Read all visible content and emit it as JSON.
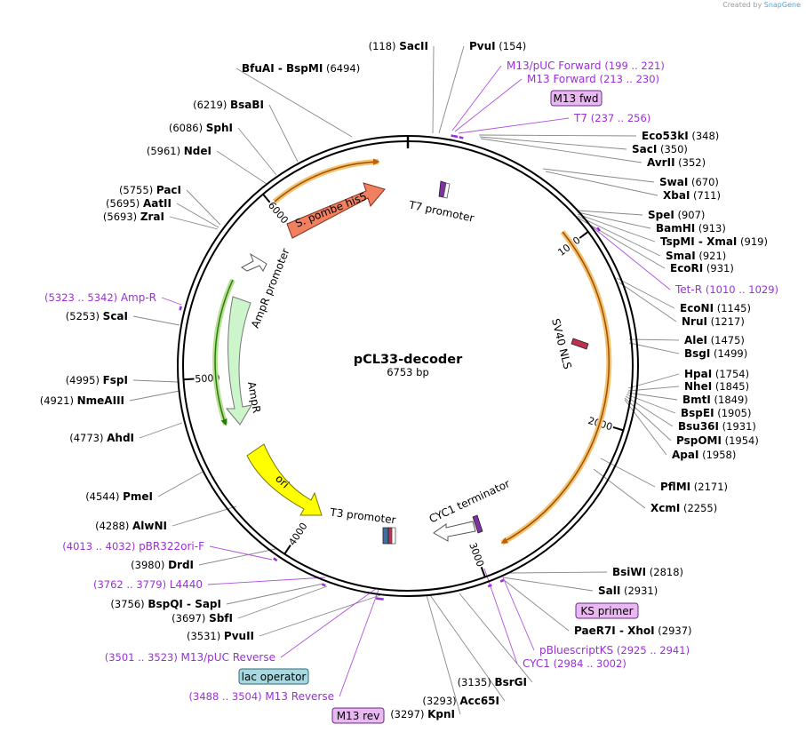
{
  "credit": {
    "text": "Created by",
    "brand": "SnapGene"
  },
  "plasmid": {
    "name": "pCL33-decoder",
    "size": "6753 bp"
  },
  "ticks": [
    "1000",
    "2000",
    "3000",
    "4000",
    "5000",
    "6000"
  ],
  "features": [
    {
      "name": "S. pombe his5",
      "color": "#f08060"
    },
    {
      "name": "AmpR promoter",
      "color": "#ffffff"
    },
    {
      "name": "AmpR",
      "color": "#ccf5cc"
    },
    {
      "name": "ori",
      "color": "#ffff00"
    },
    {
      "name": "T3 promoter",
      "color": "#ffffff"
    },
    {
      "name": "T7 promoter",
      "color": "#ffffff"
    },
    {
      "name": "CYC1 terminator",
      "color": "#ffffff"
    },
    {
      "name": "SV40 NLS",
      "color": "#c03050"
    }
  ],
  "sites": [
    {
      "name": "SacII",
      "pos": "(118)"
    },
    {
      "name": "PvuI",
      "pos": "(154)"
    },
    {
      "name": "BfuAI",
      "name2": "BspMI",
      "pos": "(6494)"
    },
    {
      "name": "BsaBI",
      "pos": "(6219)"
    },
    {
      "name": "SphI",
      "pos": "(6086)"
    },
    {
      "name": "NdeI",
      "pos": "(5961)"
    },
    {
      "name": "PacI",
      "pos": "(5755)"
    },
    {
      "name": "AatII",
      "pos": "(5695)"
    },
    {
      "name": "ZraI",
      "pos": "(5693)"
    },
    {
      "name": "ScaI",
      "pos": "(5253)"
    },
    {
      "name": "FspI",
      "pos": "(4995)"
    },
    {
      "name": "NmeAIII",
      "pos": "(4921)"
    },
    {
      "name": "AhdI",
      "pos": "(4773)"
    },
    {
      "name": "PmeI",
      "pos": "(4544)"
    },
    {
      "name": "AlwNI",
      "pos": "(4288)"
    },
    {
      "name": "DrdI",
      "pos": "(3980)"
    },
    {
      "name": "BspQI",
      "name2": "SapI",
      "pos": "(3756)"
    },
    {
      "name": "SbfI",
      "pos": "(3697)"
    },
    {
      "name": "PvuII",
      "pos": "(3531)"
    },
    {
      "name": "KpnI",
      "pos": "(3297)"
    },
    {
      "name": "Acc65I",
      "pos": "(3293)"
    },
    {
      "name": "BsrGI",
      "pos": "(3135)"
    },
    {
      "name": "PaeR7I",
      "name2": "XhoI",
      "pos": "(2937)"
    },
    {
      "name": "SalI",
      "pos": "(2931)"
    },
    {
      "name": "BsiWI",
      "pos": "(2818)"
    },
    {
      "name": "XcmI",
      "pos": "(2255)"
    },
    {
      "name": "PflMI",
      "pos": "(2171)"
    },
    {
      "name": "ApaI",
      "pos": "(1958)"
    },
    {
      "name": "PspOMI",
      "pos": "(1954)"
    },
    {
      "name": "Bsu36I",
      "pos": "(1931)"
    },
    {
      "name": "BspEI",
      "pos": "(1905)"
    },
    {
      "name": "BmtI",
      "pos": "(1849)"
    },
    {
      "name": "NheI",
      "pos": "(1845)"
    },
    {
      "name": "HpaI",
      "pos": "(1754)"
    },
    {
      "name": "BsgI",
      "pos": "(1499)"
    },
    {
      "name": "AleI",
      "pos": "(1475)"
    },
    {
      "name": "NruI",
      "pos": "(1217)"
    },
    {
      "name": "EcoNI",
      "pos": "(1145)"
    },
    {
      "name": "EcoRI",
      "pos": "(931)"
    },
    {
      "name": "SmaI",
      "pos": "(921)"
    },
    {
      "name": "TspMI",
      "name2": "XmaI",
      "pos": "(919)"
    },
    {
      "name": "BamHI",
      "pos": "(913)"
    },
    {
      "name": "SpeI",
      "pos": "(907)"
    },
    {
      "name": "XbaI",
      "pos": "(711)"
    },
    {
      "name": "SwaI",
      "pos": "(670)"
    },
    {
      "name": "AvrII",
      "pos": "(352)"
    },
    {
      "name": "SacI",
      "pos": "(350)"
    },
    {
      "name": "Eco53kI",
      "pos": "(348)"
    }
  ],
  "primers": [
    {
      "name": "M13/pUC Forward",
      "range": "(199 .. 221)"
    },
    {
      "name": "M13 Forward",
      "range": "(213 .. 230)"
    },
    {
      "name": "T7",
      "range": "(237 .. 256)"
    },
    {
      "name": "Tet-R",
      "range": "(1010 .. 1029)"
    },
    {
      "name": "pBluescriptKS",
      "range": "(2925 .. 2941)"
    },
    {
      "name": "CYC1",
      "range": "(2984 .. 3002)"
    },
    {
      "name": "Amp-R",
      "range": "(5323 .. 5342)"
    },
    {
      "name": "pBR322ori-F",
      "range": "(4013 .. 4032)"
    },
    {
      "name": "L4440",
      "range": "(3762 .. 3779)"
    },
    {
      "name": "M13/pUC Reverse",
      "range": "(3501 .. 3523)"
    },
    {
      "name": "M13 Reverse",
      "range": "(3488 .. 3504)"
    }
  ],
  "boxes": [
    {
      "name": "M13 fwd",
      "fill": "#e9b8f0"
    },
    {
      "name": "KS primer",
      "fill": "#e9b8f0"
    },
    {
      "name": "lac operator",
      "fill": "#a8d8e0"
    },
    {
      "name": "M13 rev",
      "fill": "#e9b8f0"
    }
  ]
}
